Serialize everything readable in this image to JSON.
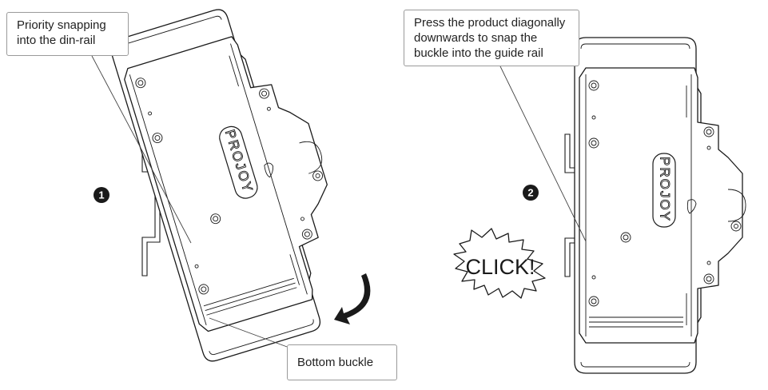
{
  "callouts": {
    "priority_snapping": "Priority snapping\ninto the din-rail",
    "press_diagonally": "Press the product diagonally\ndownwards to snap the\nbuckle into the guide rail",
    "bottom_buckle": "Bottom buckle"
  },
  "steps": {
    "one": "1",
    "two": "2"
  },
  "brand": "PROJOY",
  "sound_effect": "CLICK!"
}
